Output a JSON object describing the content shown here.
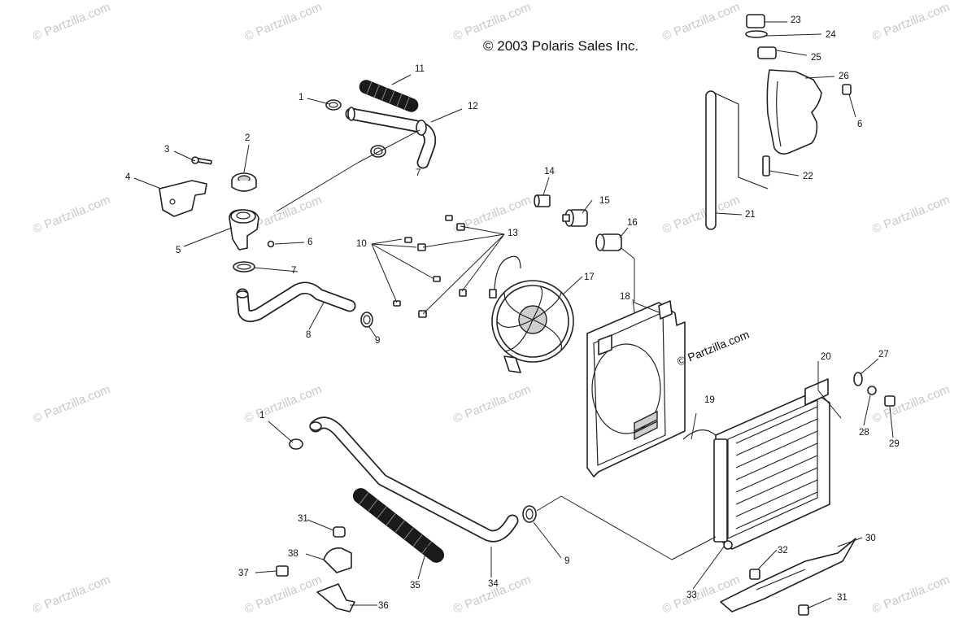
{
  "copyright": "© 2003 Polaris Sales Inc.",
  "watermark": "© Partzilla.com",
  "callouts": [
    "1",
    "2",
    "3",
    "4",
    "5",
    "6",
    "7",
    "8",
    "9",
    "10",
    "11",
    "12",
    "13",
    "14",
    "15",
    "16",
    "17",
    "18",
    "19",
    "20",
    "21",
    "22",
    "23",
    "24",
    "25",
    "26",
    "6",
    "7",
    "1",
    "9",
    "27",
    "28",
    "29",
    "30",
    "31",
    "32",
    "33",
    "34",
    "35",
    "36",
    "37",
    "38",
    "31"
  ]
}
